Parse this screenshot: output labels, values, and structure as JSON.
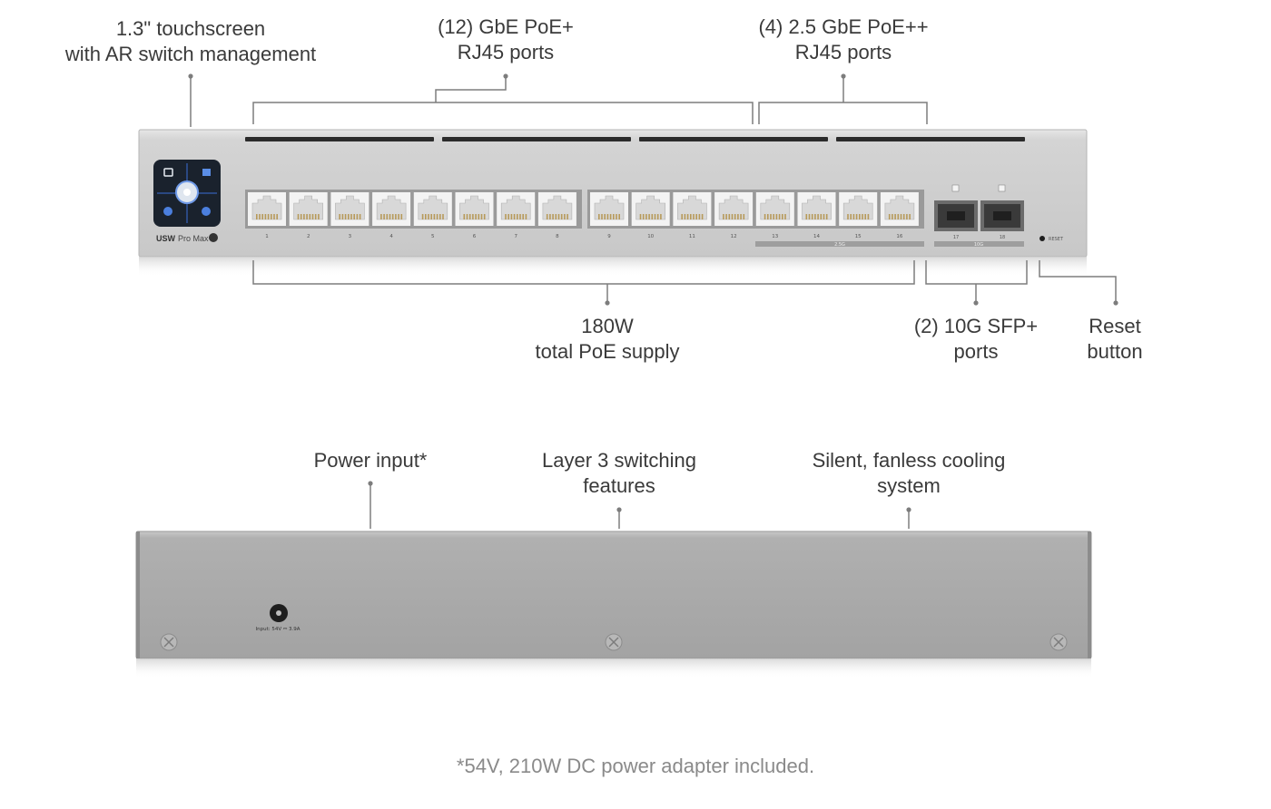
{
  "front_labels": {
    "touchscreen": [
      "1.3\" touchscreen",
      "with AR switch management"
    ],
    "gbe_ports": [
      "(12) GbE PoE+",
      "RJ45 ports"
    ],
    "two5_ports": [
      "(4) 2.5 GbE PoE++",
      "RJ45 ports"
    ],
    "poe_supply": [
      "180W",
      "total PoE supply"
    ],
    "sfp_ports": [
      "(2) 10G SFP+",
      "ports"
    ],
    "reset": [
      "Reset",
      "button"
    ]
  },
  "back_labels": {
    "power": [
      "Power input*"
    ],
    "layer3": [
      "Layer 3 switching",
      "features"
    ],
    "cooling": [
      "Silent, fanless cooling",
      "system"
    ]
  },
  "device": {
    "model_name": "USW",
    "model_suffix": "Pro Max",
    "port_labels": [
      "1",
      "2",
      "3",
      "4",
      "5",
      "6",
      "7",
      "8",
      "9",
      "10",
      "11",
      "12",
      "13",
      "14",
      "15",
      "16"
    ],
    "group_25g_label": "2.5G",
    "sfp_port_labels": [
      "17",
      "18"
    ],
    "group_10g_label": "10G",
    "reset_text": "RESET",
    "rear_power_text": "Input: 54V ⎓ 3.9A"
  },
  "footnote": "*54V, 210W DC power adapter included.",
  "colors": {
    "chassis": "#cdcdcd",
    "chassis_dark": "#a9a9a9",
    "rear": "#a7a7a7",
    "leader": "#7a7a7a",
    "screen": "#1c2430",
    "screen_accent": "#3b82f6"
  }
}
